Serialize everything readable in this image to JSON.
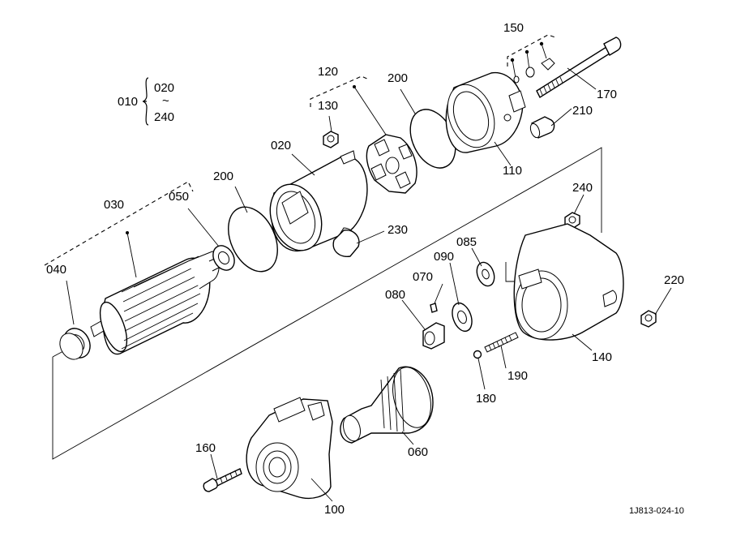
{
  "figure_id": "1J813-024-10",
  "group_label": {
    "number": "010",
    "range_start": "020",
    "range_tilde": "~",
    "range_end": "240"
  },
  "callouts": [
    {
      "id": "c020",
      "text": "020"
    },
    {
      "id": "c030",
      "text": "030"
    },
    {
      "id": "c040",
      "text": "040"
    },
    {
      "id": "c050",
      "text": "050"
    },
    {
      "id": "c060",
      "text": "060"
    },
    {
      "id": "c070",
      "text": "070"
    },
    {
      "id": "c080",
      "text": "080"
    },
    {
      "id": "c085",
      "text": "085"
    },
    {
      "id": "c090",
      "text": "090"
    },
    {
      "id": "c100",
      "text": "100"
    },
    {
      "id": "c110",
      "text": "110"
    },
    {
      "id": "c120",
      "text": "120"
    },
    {
      "id": "c130",
      "text": "130"
    },
    {
      "id": "c140",
      "text": "140"
    },
    {
      "id": "c150",
      "text": "150"
    },
    {
      "id": "c160",
      "text": "160"
    },
    {
      "id": "c170",
      "text": "170"
    },
    {
      "id": "c180",
      "text": "180"
    },
    {
      "id": "c190",
      "text": "190"
    },
    {
      "id": "c200a",
      "text": "200"
    },
    {
      "id": "c200b",
      "text": "200"
    },
    {
      "id": "c210",
      "text": "210"
    },
    {
      "id": "c220",
      "text": "220"
    },
    {
      "id": "c230",
      "text": "230"
    },
    {
      "id": "c240",
      "text": "240"
    }
  ]
}
